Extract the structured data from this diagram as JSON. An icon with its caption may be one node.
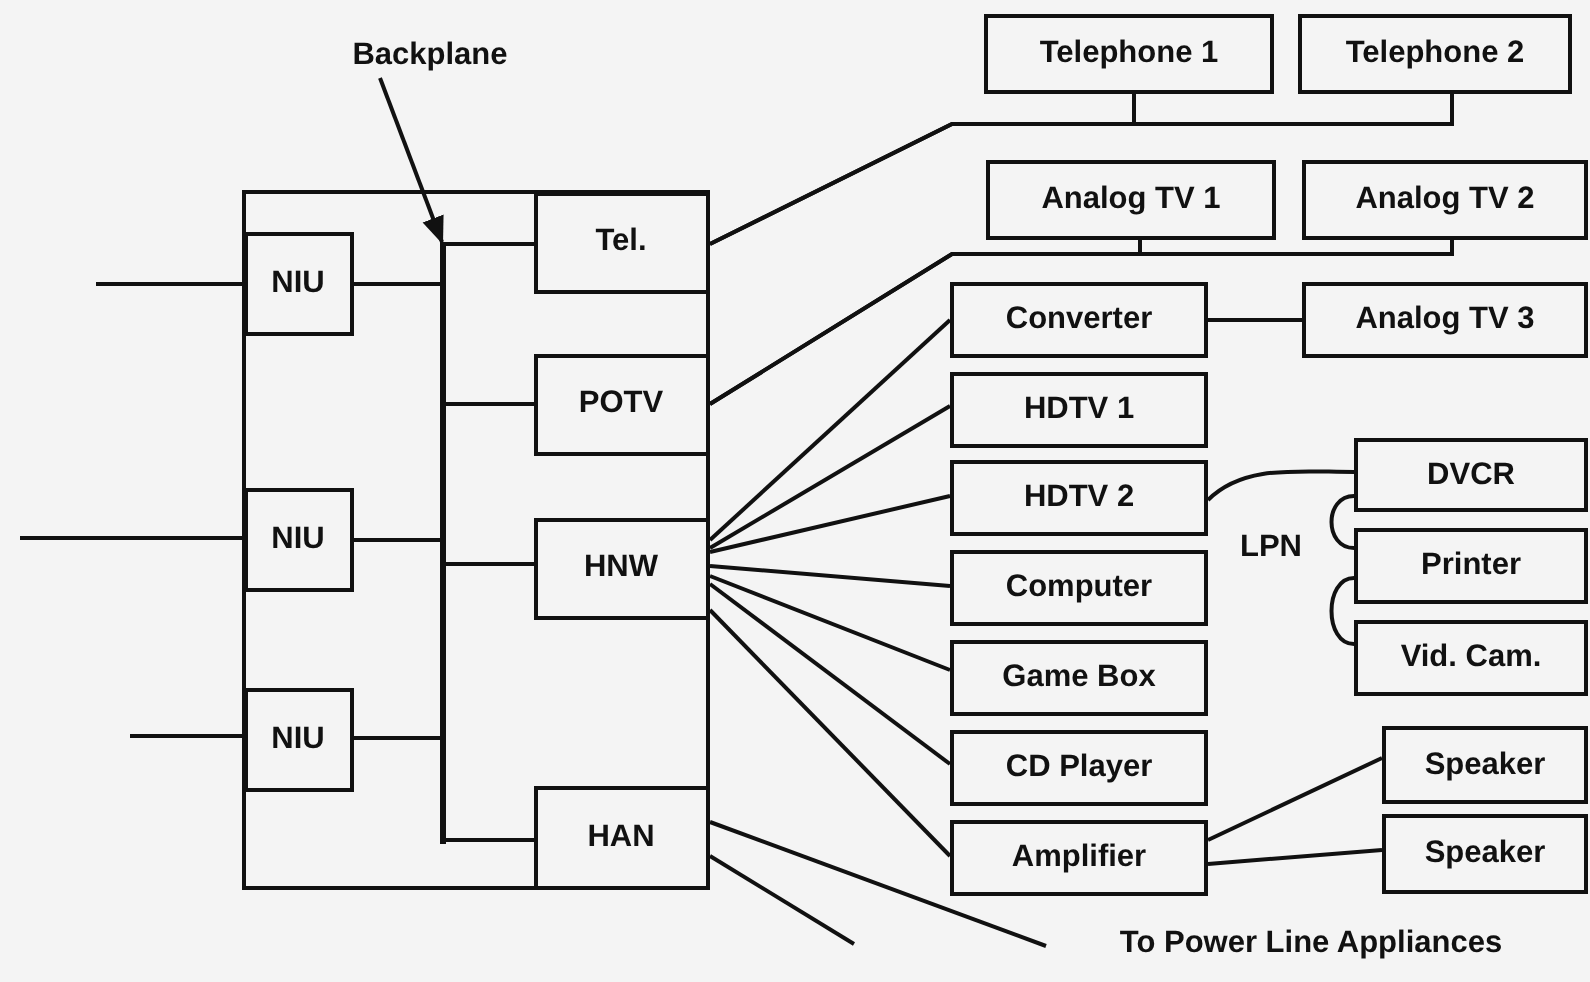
{
  "diagram": {
    "nodes": [
      {
        "text": [],
        "shape": "box"
      },
      {
        "text": [
          "NIU"
        ],
        "in": 0
      },
      {
        "text": [
          "NIU"
        ],
        "in": 0
      },
      {
        "text": [
          "NIU"
        ],
        "in": 0
      },
      {
        "text": [
          "Tel."
        ],
        "in": 0
      },
      {
        "text": [
          "POTV"
        ],
        "in": 0
      },
      {
        "text": [
          "HNW"
        ],
        "in": 0
      },
      {
        "text": [
          "HAN"
        ],
        "in": 0
      },
      {
        "text": [],
        "shape": "bar",
        "in": 0
      },
      {
        "text": [
          "Backplane"
        ]
      },
      {
        "text": [
          "Telephone 1"
        ]
      },
      {
        "text": [
          "Telephone 2"
        ]
      },
      {
        "text": [
          "Analog TV 1"
        ]
      },
      {
        "text": [
          "Analog TV 2"
        ]
      },
      {
        "text": [
          "Converter"
        ]
      },
      {
        "text": [
          "Analog TV 3"
        ]
      },
      {
        "text": [
          "HDTV 1"
        ]
      },
      {
        "text": [
          "HDTV 2"
        ]
      },
      {
        "text": [
          "DVCR"
        ]
      },
      {
        "text": [
          "Printer"
        ]
      },
      {
        "text": [
          "Vid. Cam."
        ]
      },
      {
        "text": [
          "Computer"
        ]
      },
      {
        "text": [
          "Game Box"
        ]
      },
      {
        "text": [
          "CD Player"
        ]
      },
      {
        "text": [
          "Amplifier"
        ]
      },
      {
        "text": [
          "Speaker"
        ]
      },
      {
        "text": [
          "Speaker"
        ]
      },
      {
        "text": [
          "To Power Line Appliances"
        ]
      }
    ],
    "edges": [
      {
        "from": null,
        "to": 1,
        "arrow": "none"
      },
      {
        "from": null,
        "to": 2,
        "arrow": "none"
      },
      {
        "from": null,
        "to": 3,
        "arrow": "none"
      },
      {
        "from": 1,
        "to": 8,
        "arrow": "none"
      },
      {
        "from": 2,
        "to": 8,
        "arrow": "none"
      },
      {
        "from": 3,
        "to": 8,
        "arrow": "none"
      },
      {
        "from": 8,
        "to": 4,
        "arrow": "none"
      },
      {
        "from": 8,
        "to": 5,
        "arrow": "none"
      },
      {
        "from": 8,
        "to": 6,
        "arrow": "none"
      },
      {
        "from": 8,
        "to": 7,
        "arrow": "none"
      },
      {
        "from": 9,
        "to": 8,
        "arrow": "to"
      },
      {
        "from": 4,
        "to": 10,
        "arrow": "none"
      },
      {
        "from": 4,
        "to": 11,
        "arrow": "none"
      },
      {
        "from": 5,
        "to": 12,
        "arrow": "none"
      },
      {
        "from": 5,
        "to": 13,
        "arrow": "none"
      },
      {
        "from": 6,
        "to": 14,
        "arrow": "none"
      },
      {
        "from": 6,
        "to": 16,
        "arrow": "none"
      },
      {
        "from": 6,
        "to": 17,
        "arrow": "none"
      },
      {
        "from": 6,
        "to": 21,
        "arrow": "none"
      },
      {
        "from": 6,
        "to": 22,
        "arrow": "none"
      },
      {
        "from": 6,
        "to": 23,
        "arrow": "none"
      },
      {
        "from": 6,
        "to": 24,
        "arrow": "none"
      },
      {
        "from": 14,
        "to": 15,
        "arrow": "none"
      },
      {
        "from": 17,
        "to": 18,
        "arrow": "none"
      },
      {
        "from": 18,
        "to": 19,
        "arrow": "none"
      },
      {
        "from": 19,
        "to": 20,
        "arrow": "none"
      },
      {
        "from": 24,
        "to": 25,
        "arrow": "none"
      },
      {
        "from": 24,
        "to": 26,
        "arrow": "none"
      },
      {
        "from": 7,
        "to": 27,
        "arrow": "none"
      },
      {
        "from": 7,
        "to": null,
        "arrow": "none"
      }
    ],
    "labels": [
      "LPN"
    ]
  }
}
